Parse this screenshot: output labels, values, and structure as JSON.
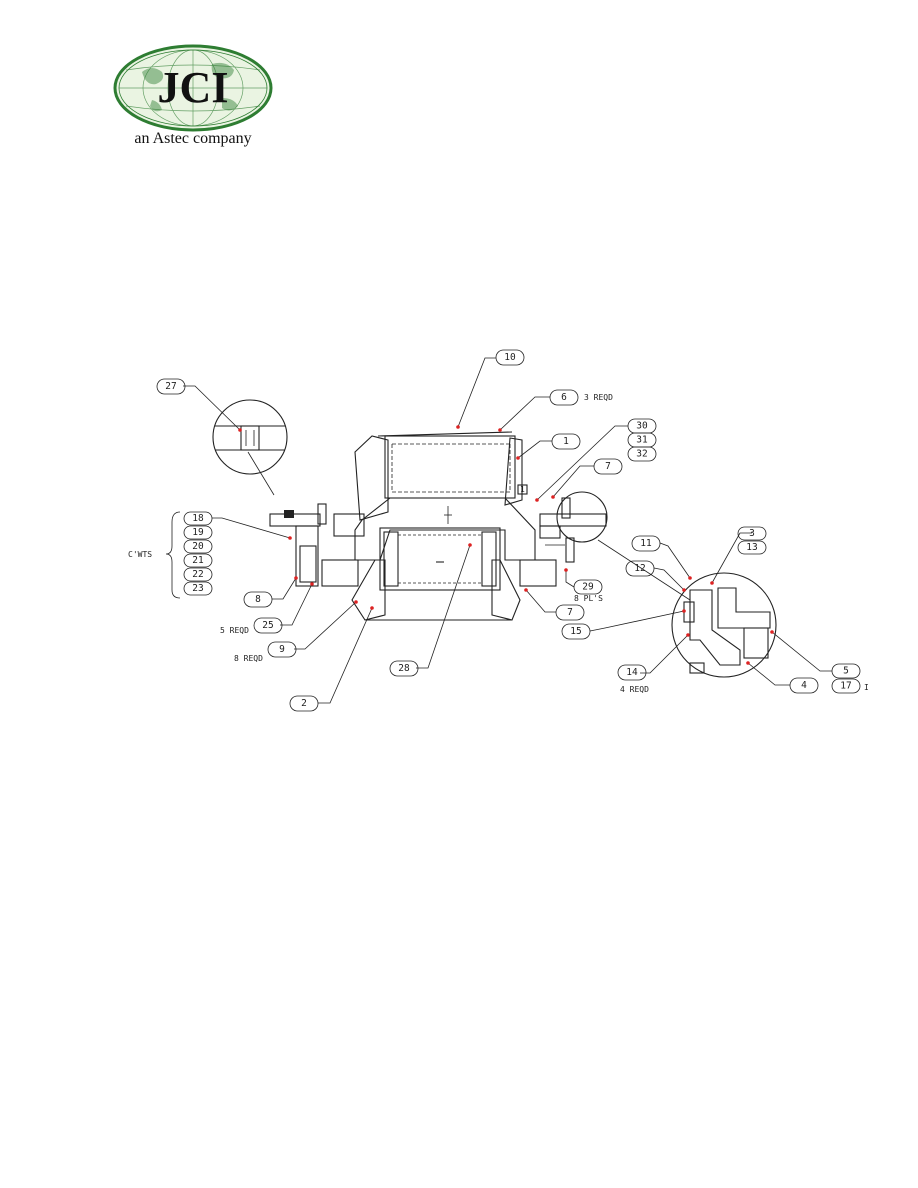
{
  "logo": {
    "text": "JCI",
    "subtitle": "an Astec company"
  },
  "balloons": [
    {
      "n": "10"
    },
    {
      "n": "6"
    },
    {
      "n": "30"
    },
    {
      "n": "31"
    },
    {
      "n": "32"
    },
    {
      "n": "1"
    },
    {
      "n": "7"
    },
    {
      "n": "27"
    },
    {
      "n": "18"
    },
    {
      "n": "19"
    },
    {
      "n": "20"
    },
    {
      "n": "21"
    },
    {
      "n": "22"
    },
    {
      "n": "23"
    },
    {
      "n": "8"
    },
    {
      "n": "25"
    },
    {
      "n": "9"
    },
    {
      "n": "2"
    },
    {
      "n": "28"
    },
    {
      "n": "29"
    },
    {
      "n": "7"
    },
    {
      "n": "15"
    },
    {
      "n": "11"
    },
    {
      "n": "12"
    },
    {
      "n": "3"
    },
    {
      "n": "13"
    },
    {
      "n": "14"
    },
    {
      "n": "4"
    },
    {
      "n": "5"
    },
    {
      "n": "17"
    }
  ],
  "notes": {
    "n6": "3 REQD",
    "cwts": "C'WTS",
    "n25": "5 REQD",
    "n9": "8 REQD",
    "n29": "8 PL'S",
    "n14": "4 REQD",
    "n17_suffix": "I",
    "box1": "1"
  },
  "colors": {
    "ink": "#222222",
    "logo_green": "#2e7d32",
    "logo_fill": "#eaf4e2",
    "hit": "#d22222"
  }
}
